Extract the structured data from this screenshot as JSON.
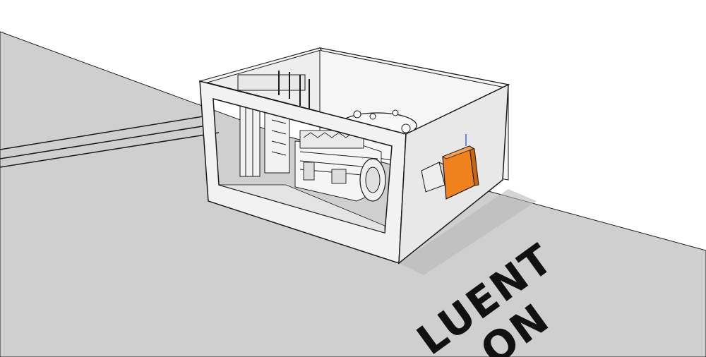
{
  "scene": {
    "ground_text": {
      "line1": "LUENT",
      "line2": "ON"
    },
    "colors": {
      "ground": "#cfcfcf",
      "enclosure": "#f4f4f4",
      "enclosure_shade": "#e6e6e6",
      "control_panel": "#f0821e",
      "outline": "#1a1a1a"
    },
    "objects": {
      "enclosure": "generator-enclosure",
      "engine": "diesel-engine",
      "alternator": "alternator",
      "radiator": "radiator",
      "fuel_tank": "fuel-tank",
      "control_panel": "control-panel",
      "junction_box": "junction-box"
    }
  }
}
